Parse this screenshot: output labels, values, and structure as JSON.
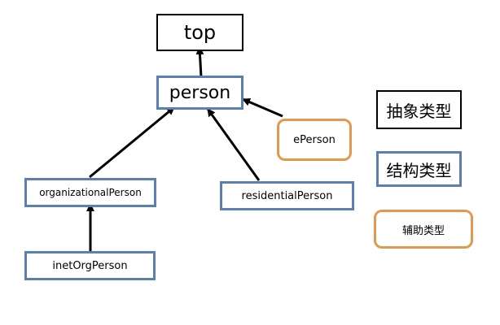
{
  "diagram": {
    "nodes": {
      "top": {
        "label": "top",
        "kind": "abstract"
      },
      "person": {
        "label": "person",
        "kind": "structural"
      },
      "eperson": {
        "label": "ePerson",
        "kind": "auxiliary"
      },
      "organizational_person": {
        "label": "organizationalPerson",
        "kind": "structural"
      },
      "residential_person": {
        "label": "residentialPerson",
        "kind": "structural"
      },
      "inet_org_person": {
        "label": "inetOrgPerson",
        "kind": "structural"
      }
    },
    "edges": [
      {
        "from": "person",
        "to": "top"
      },
      {
        "from": "organizational_person",
        "to": "person"
      },
      {
        "from": "residential_person",
        "to": "person"
      },
      {
        "from": "eperson",
        "to": "person"
      },
      {
        "from": "inet_org_person",
        "to": "organizational_person"
      }
    ],
    "legend": {
      "abstract": "抽象类型",
      "structural": "结构类型",
      "auxiliary": "辅助类型"
    },
    "colors": {
      "abstract_border": "#000000",
      "structural_border": "#5a7fb0",
      "auxiliary_border": "#e3994c",
      "arrow": "#000000"
    }
  }
}
